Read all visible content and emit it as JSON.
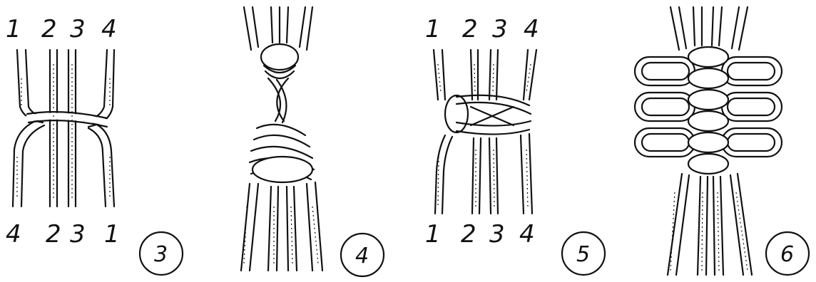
{
  "figures": [
    {
      "number": "3",
      "top_labels": [
        "1",
        "2",
        "3",
        "4"
      ],
      "bottom_labels": [
        "4",
        "2",
        "3",
        "1"
      ]
    },
    {
      "number": "4"
    },
    {
      "number": "5",
      "top_labels": [
        "1",
        "2",
        "3",
        "4"
      ],
      "bottom_labels": [
        "1",
        "2",
        "3",
        "4"
      ]
    },
    {
      "number": "6"
    }
  ]
}
